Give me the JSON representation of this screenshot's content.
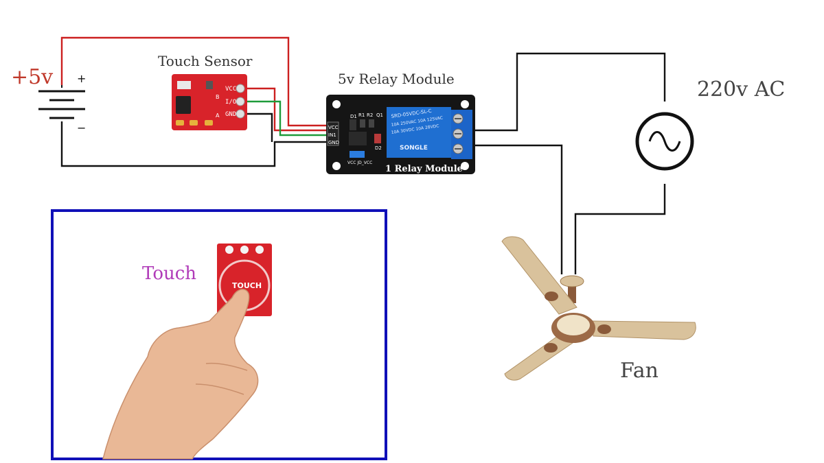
{
  "battery": {
    "voltage_label": "+5v",
    "plus_sign": "+",
    "minus_sign": "−"
  },
  "touch_sensor": {
    "title": "Touch Sensor",
    "pin_labels": [
      "VCC",
      "I/O",
      "GND"
    ],
    "side_labels": [
      "B",
      "A"
    ]
  },
  "relay": {
    "title": "5v Relay Module",
    "board_label": "1 Relay Module",
    "pin_labels": [
      "VCC",
      "IN1",
      "GND"
    ],
    "component_labels": [
      "D1",
      "R1",
      "R2",
      "Q1",
      "D2"
    ],
    "jumper_label": "VCC JD_VCC",
    "relay_text": [
      "SRD-05VDC-SL-C",
      "10A 250VAC  10A 125VAC",
      "10A 30VDC  10A 28VDC"
    ],
    "brand": "SONGLE"
  },
  "ac_source": {
    "label": "220v AC"
  },
  "fan": {
    "label": "Fan"
  },
  "touch_panel": {
    "label": "Touch",
    "pad_text": "TOUCH"
  },
  "colors": {
    "power_wire": "#cc1f1f",
    "signal_wire": "#1e9b3a",
    "ground_wire": "#111111",
    "battery_label": "#c0392b",
    "touch_label": "#b03ab8",
    "panel_border": "#1010b8",
    "sensor_board": "#d8232a",
    "relay_board": "#151515",
    "relay_body": "#1f6fd1",
    "terminal_block": "#1c64c8",
    "fan_blade": "#d9c29c"
  }
}
